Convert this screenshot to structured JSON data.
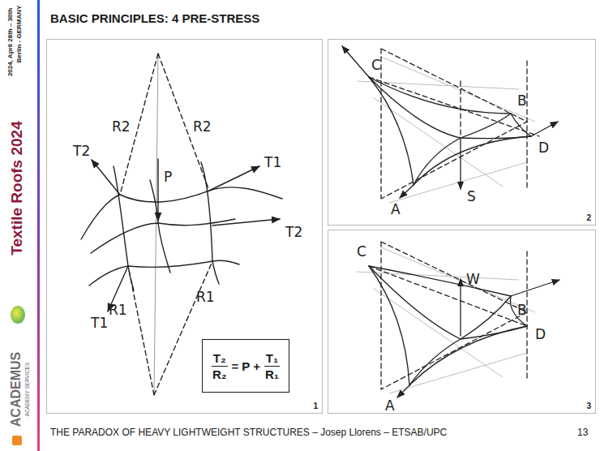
{
  "diagram": {
    "title": "BASIC PRINCIPLES: 4 PRE-STRESS",
    "nodes": [
      {
        "text": [
          "1"
        ]
      },
      {
        "text": [
          "2"
        ]
      },
      {
        "text": [
          "3"
        ]
      },
      {
        "text": [
          "T₂",
          "R₂",
          "= P +",
          "T₁",
          "R₁"
        ],
        "in": 0
      }
    ],
    "labels": [
      "2024, April 28th – 30th",
      "Berlin - GERMANY",
      "Textile Roofs 2024",
      "ACADEMUS",
      "ACADEMY SERVICES",
      "T2",
      "R2",
      "R2",
      "T1",
      "P",
      "T2",
      "T1",
      "R1",
      "R1",
      "C",
      "B",
      "D",
      "A",
      "S",
      "W",
      "C",
      "B",
      "D",
      "A",
      "THE PARADOX OF HEAVY LIGHTWEIGHT STRUCTURES – Josep Llorens – ETSAB/UPC",
      "13"
    ]
  }
}
